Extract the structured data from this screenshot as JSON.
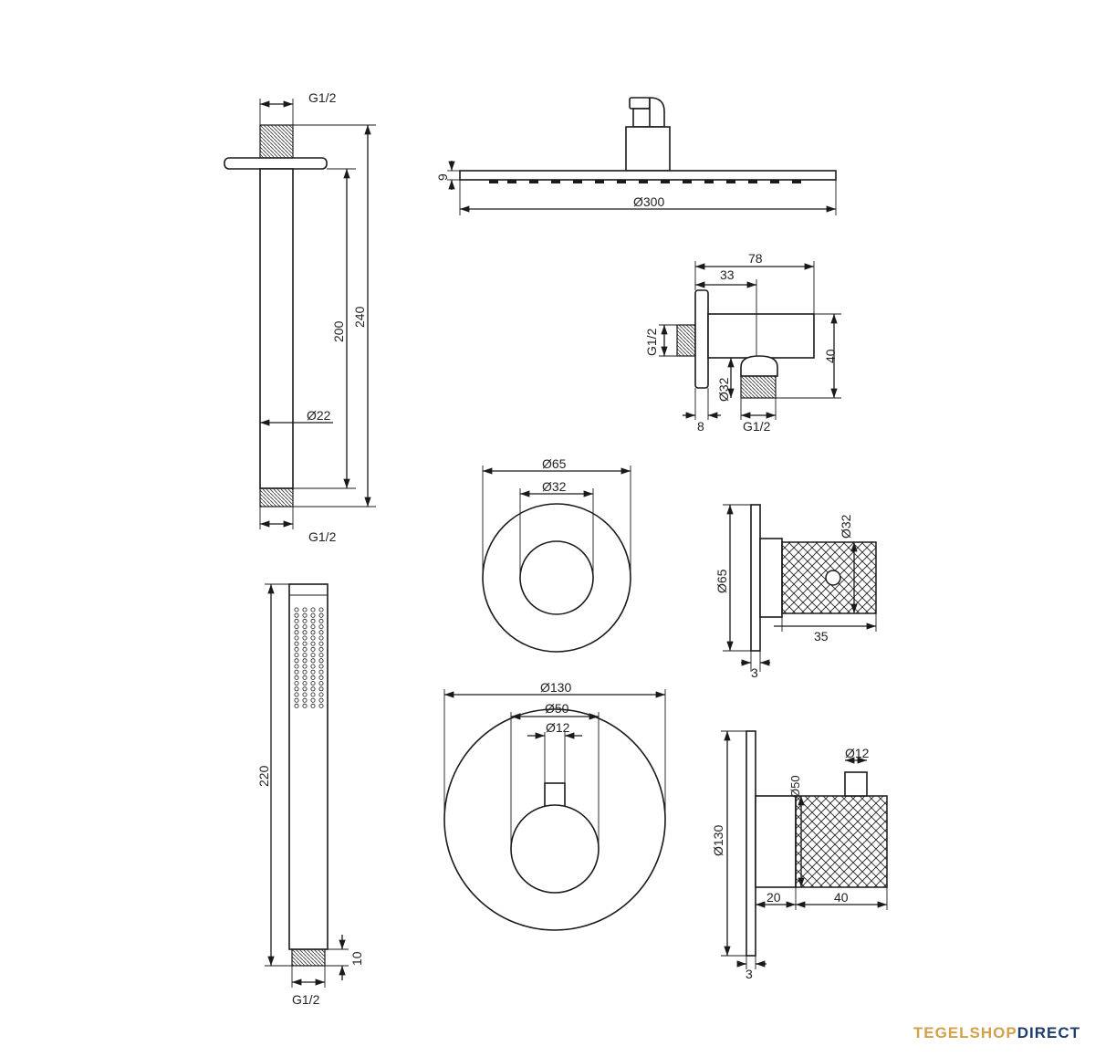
{
  "labels": {
    "arm_thread_top": "G1/2",
    "arm_thread_bottom": "G1/2",
    "arm_len_200": "200",
    "arm_len_240": "240",
    "arm_dia": "Ø22",
    "head_thick": "9",
    "head_dia": "Ø300",
    "elbow_78": "78",
    "elbow_33": "33",
    "elbow_g12_left": "G1/2",
    "elbow_40": "40",
    "elbow_32": "Ø32",
    "elbow_8": "8",
    "elbow_g12_bottom": "G1/2",
    "ring_65": "Ø65",
    "ring_32": "Ø32",
    "side1_65": "Ø65",
    "side1_32": "Ø32",
    "side1_35": "35",
    "side1_3": "3",
    "plate_130": "Ø130",
    "plate_50": "Ø50",
    "plate_12": "Ø12",
    "side2_12": "Ø12",
    "side2_50": "Ø50",
    "side2_130": "Ø130",
    "side2_20": "20",
    "side2_40": "40",
    "side2_3": "3",
    "hand_220": "220",
    "hand_10": "10",
    "hand_g12": "G1/2"
  },
  "logo": {
    "part1": "TEGELSHOP",
    "part2": "DIRECT"
  }
}
